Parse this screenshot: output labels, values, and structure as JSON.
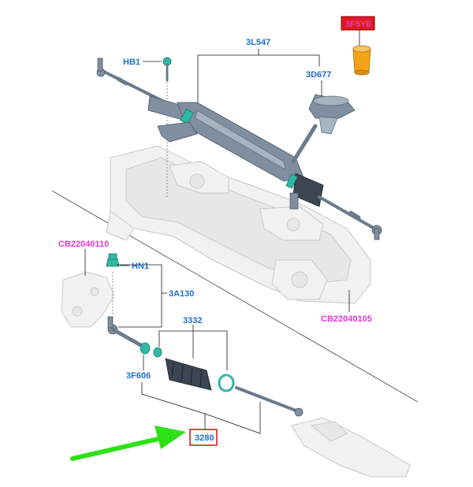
{
  "labels": {
    "rack": "3L547",
    "bolt": "HB1",
    "pinion_cover": "3D677",
    "highlight_top": "3F5YE",
    "nut": "HN1",
    "tie_rod_end": "3A130",
    "boot_kit": "3332",
    "clip": "3F606",
    "inner_tie_rod": "3280",
    "knuckle_ref": "CB22040110",
    "subframe_ref": "CB22040105"
  },
  "colors": {
    "label_blue": "#1f6fd1",
    "ref_magenta": "#e03ad0",
    "highlight_red": "#e01b1b",
    "arrow_green": "#2ee016",
    "orange_part": "#f2a31a",
    "teal_part": "#2fb8a6"
  }
}
